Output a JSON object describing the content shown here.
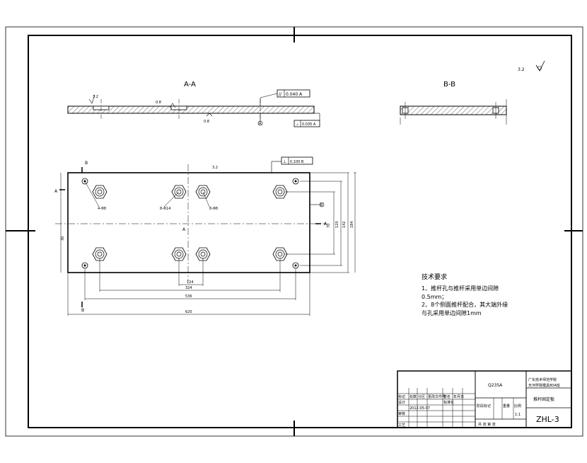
{
  "views": {
    "section_a": "A-A",
    "section_b": "B-B"
  },
  "roughness": {
    "corner": "3.2",
    "aa_1": "3.2",
    "aa_2": "0.8",
    "aa_3": "0.8",
    "top": "3.2"
  },
  "tolerance": {
    "parallel": "0.040 A",
    "perp_a": "0.035 A",
    "perp_plan": "0.100 B"
  },
  "markers": {
    "a": "A",
    "b": "B"
  },
  "holes": {
    "h1": "4-Φ8",
    "h2": "8-Φ14",
    "h3": "8-Φ8"
  },
  "dims": {
    "d1": "124",
    "d2": "324",
    "d3": "536",
    "d4": "620",
    "left": "30",
    "r1": "70",
    "r2": "120",
    "r3": "142",
    "r4": "184"
  },
  "notes": {
    "title": "技术要求",
    "l1": "1、推杆孔与推杆采用单边间隙",
    "l2": "0.5mm；",
    "l3": "2、8个侧面推杆配合，其大端外缘",
    "l4": "与孔采用单边间隙1mm"
  },
  "title_block": {
    "material": "Q235A",
    "school": "广东技术师范学院",
    "dept": "天河学院模具80A班",
    "part": "推杆固定板",
    "drawing_no": "ZHL-3",
    "design": "设计",
    "check": "审核",
    "craft": "工艺",
    "standard": "标准化",
    "date": "2012-05-07",
    "ratio": "1:1",
    "scale_label": "比例",
    "weight": "重量",
    "stage": "阶段标记",
    "sheet": "共 张 第 张",
    "h1": "标记",
    "h2": "处数",
    "h3": "分区",
    "h4": "更改文件号",
    "h5": "签名",
    "h6": "年月日"
  }
}
